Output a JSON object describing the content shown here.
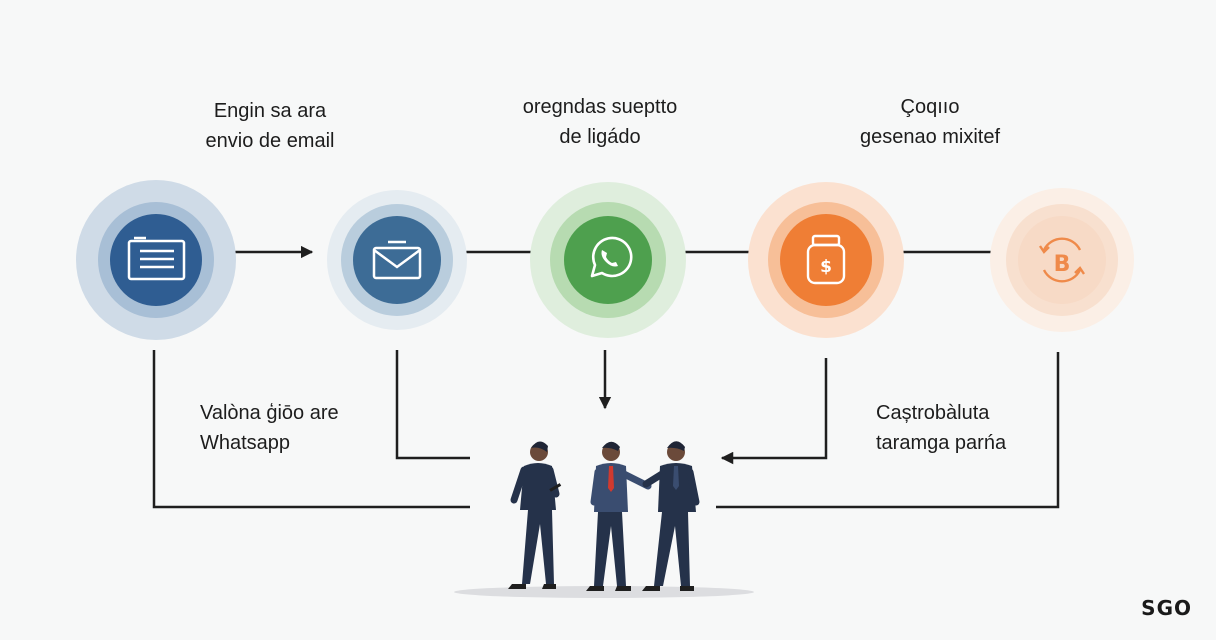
{
  "steps": [
    {
      "id": "form",
      "icon": "form-icon",
      "line1": "Engin sa ara",
      "line2": "envio de email",
      "colors": {
        "outer": "#cfdbe7",
        "mid": "#a8bfd6",
        "inner": "#2f5d92"
      }
    },
    {
      "id": "email",
      "icon": "email-icon",
      "line1": "",
      "line2": "",
      "colors": {
        "outer": "#e5ecf1",
        "mid": "#b9cddd",
        "inner": "#3d6c96"
      }
    },
    {
      "id": "whatsapp",
      "icon": "whatsapp-icon",
      "line1": "oregndas sueptto",
      "line2": "de ligádo",
      "colors": {
        "outer": "#dfeedd",
        "mid": "#b7dbb1",
        "inner": "#4ea04e"
      }
    },
    {
      "id": "payment",
      "icon": "money-bag-icon",
      "line1": "",
      "line2": "",
      "colors": {
        "outer": "#fbe1d0",
        "mid": "#f7bf98",
        "inner": "#ef7e35"
      }
    },
    {
      "id": "crypto",
      "icon": "bitcoin-icon",
      "line1": "Çoqııo",
      "line2": "gesenao mixitef",
      "colors": {
        "outer": "#fbefe6",
        "mid": "#f8e0cf",
        "inner": "#f6d6c0"
      }
    }
  ],
  "side_labels": {
    "left": {
      "line1": "Valòna ģiōo are",
      "line2": "Whatsapp"
    },
    "right": {
      "line1": "Caștrobàluta",
      "line2": "taramga parńa"
    }
  },
  "brand": "SGO",
  "colors": {
    "arrow": "#1f1f1f",
    "suit": "#25324a",
    "skin": "#6b4a3a",
    "tie_red": "#d03a2f",
    "shadow": "#dcdde0",
    "bitcoin": "#ef8a4a"
  }
}
